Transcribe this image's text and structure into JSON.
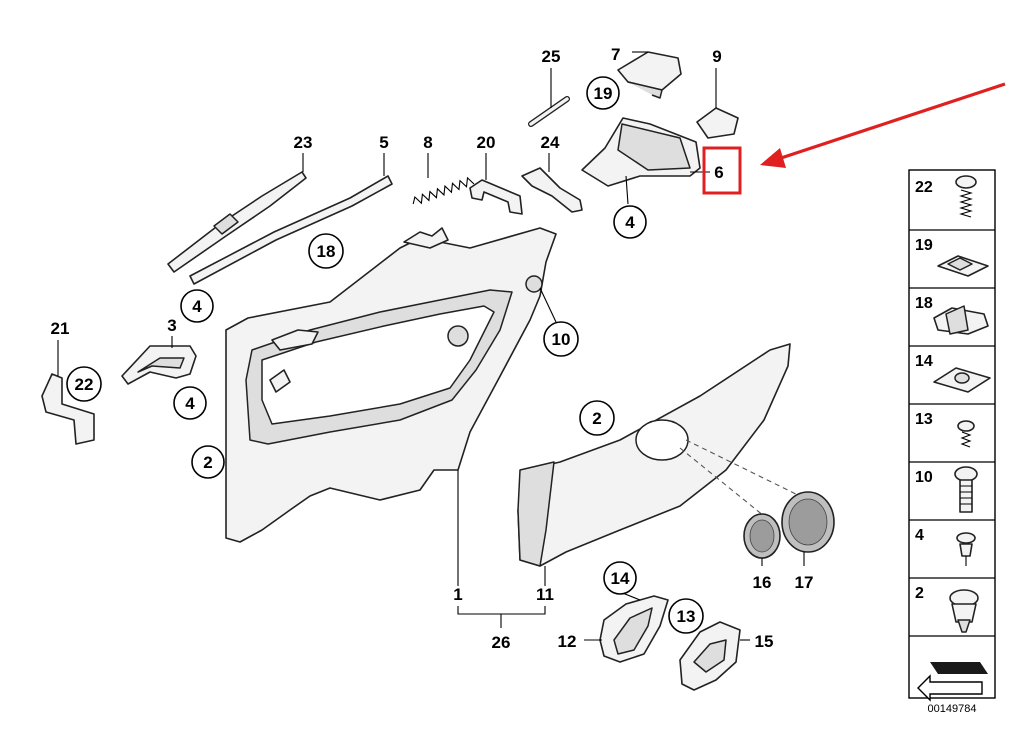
{
  "callouts": {
    "p25": "25",
    "p7": "7",
    "p9": "9",
    "p19": "19",
    "p23": "23",
    "p5": "5",
    "p8": "8",
    "p20": "20",
    "p24": "24",
    "p6": "6",
    "p4a": "4",
    "p18": "18",
    "p4b": "4",
    "p21": "21",
    "p3": "3",
    "p22": "22",
    "p4c": "4",
    "p10": "10",
    "p2a": "2",
    "p2b": "2",
    "p1": "1",
    "p11": "11",
    "p26": "26",
    "p16": "16",
    "p17": "17",
    "p14": "14",
    "p13": "13",
    "p12": "12",
    "p15": "15"
  },
  "legend": {
    "items": [
      "22",
      "19",
      "18",
      "14",
      "13",
      "10",
      "4",
      "2"
    ]
  },
  "diagram_code": "00149784",
  "highlight_color": "#e02020"
}
